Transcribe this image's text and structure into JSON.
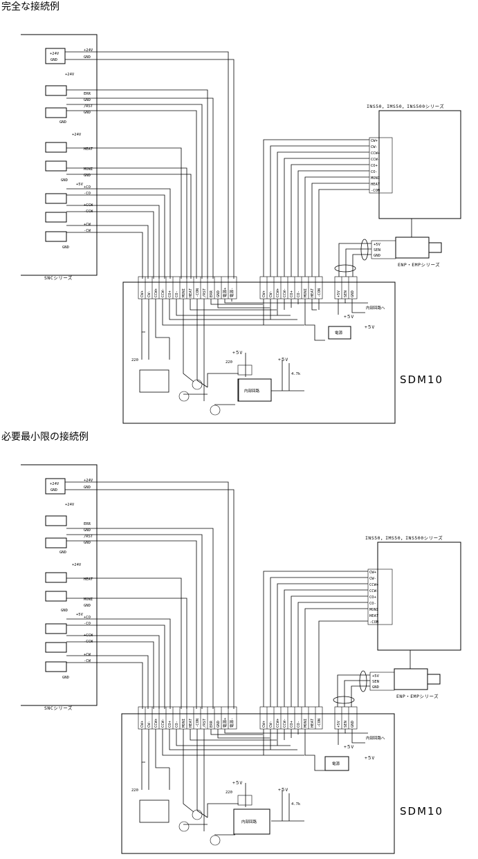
{
  "headings": {
    "complete": "完全な接続例",
    "minimum": "必要最小限の接続例"
  },
  "snc": {
    "series": "SNCシリーズ",
    "supply_plus": "+24V",
    "supply_gnd": "GND",
    "signals": [
      "+24V",
      "GND",
      "ERR",
      "GND",
      "/RST",
      "GND",
      "HEAT",
      "MONI",
      "GND",
      "+CO",
      "-CO",
      "+CCW",
      "-CCW",
      "+CW",
      "-CW"
    ],
    "small": {
      "plus24": "+24V",
      "plus5": "+5V",
      "gnd": "GND"
    }
  },
  "sdm": {
    "name": "SDM10",
    "left_terminals": [
      "CW+",
      "CW-",
      "CCW+",
      "CCW-",
      "CO+",
      "CO-",
      "MONI",
      "HEAT",
      "-CON",
      "/RST",
      "ERR",
      "GND",
      "電源+",
      "電源-"
    ],
    "right_terminals": [
      "CW+",
      "CW-",
      "CCW+",
      "CCW-",
      "CO+",
      "CO-",
      "MONI",
      "HEAT",
      "-CON"
    ],
    "sensor_terminals": [
      "+5V",
      "SEN",
      "GND"
    ],
    "internal_circuit": "内部回路",
    "power_block": "電源",
    "to_internal": "内部回路へ",
    "plus5v": "+５V",
    "r220": "220",
    "r47k": "4.7k"
  },
  "ins": {
    "series": "INS50，IMS50，INS500シリーズ",
    "terminals": [
      "CW+",
      "CW-",
      "CCW+",
      "CCW-",
      "CO+",
      "CO-",
      "MONI",
      "HEAT",
      "-CON"
    ]
  },
  "enp": {
    "series": "ENP・EMPシリーズ",
    "terminals": [
      "+5V",
      "SEN",
      "GND"
    ]
  }
}
